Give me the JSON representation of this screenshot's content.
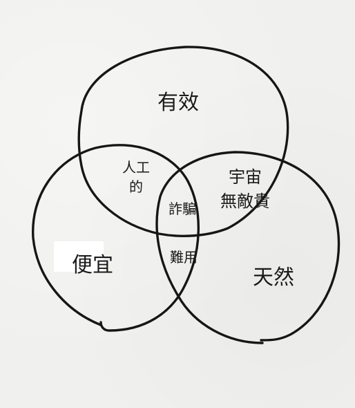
{
  "diagram": {
    "sets": {
      "top": "有效",
      "left": "便宜",
      "right": "天然"
    },
    "intersections": {
      "top_left": [
        "人工",
        "的"
      ],
      "top_right": [
        "宇宙",
        "無敵貴"
      ],
      "center": "詐騙",
      "left_right": "難用"
    }
  }
}
